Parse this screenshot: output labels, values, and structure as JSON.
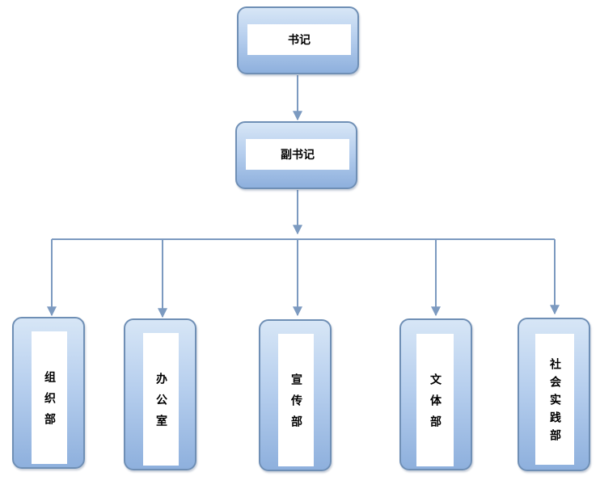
{
  "diagram": {
    "nodes": {
      "secretary": {
        "label": "书记"
      },
      "deputy_secretary": {
        "label": "副书记"
      },
      "organization_dept": {
        "label": "组织部"
      },
      "office": {
        "label": "办公室"
      },
      "publicity_dept": {
        "label": "宣传部"
      },
      "culture_sports_dept": {
        "label": "文体部"
      },
      "social_practice_dept": {
        "label": "社会实践部"
      }
    },
    "edges": [
      {
        "from": "secretary",
        "to": "deputy_secretary"
      },
      {
        "from": "deputy_secretary",
        "to": "organization_dept"
      },
      {
        "from": "deputy_secretary",
        "to": "office"
      },
      {
        "from": "deputy_secretary",
        "to": "publicity_dept"
      },
      {
        "from": "deputy_secretary",
        "to": "culture_sports_dept"
      },
      {
        "from": "deputy_secretary",
        "to": "social_practice_dept"
      }
    ],
    "colors": {
      "connector": "#7c9ac0",
      "node_border": "#6f8fb5",
      "node_fill_top": "#d7e6f6",
      "node_fill_bottom": "#8eb0dd"
    }
  }
}
